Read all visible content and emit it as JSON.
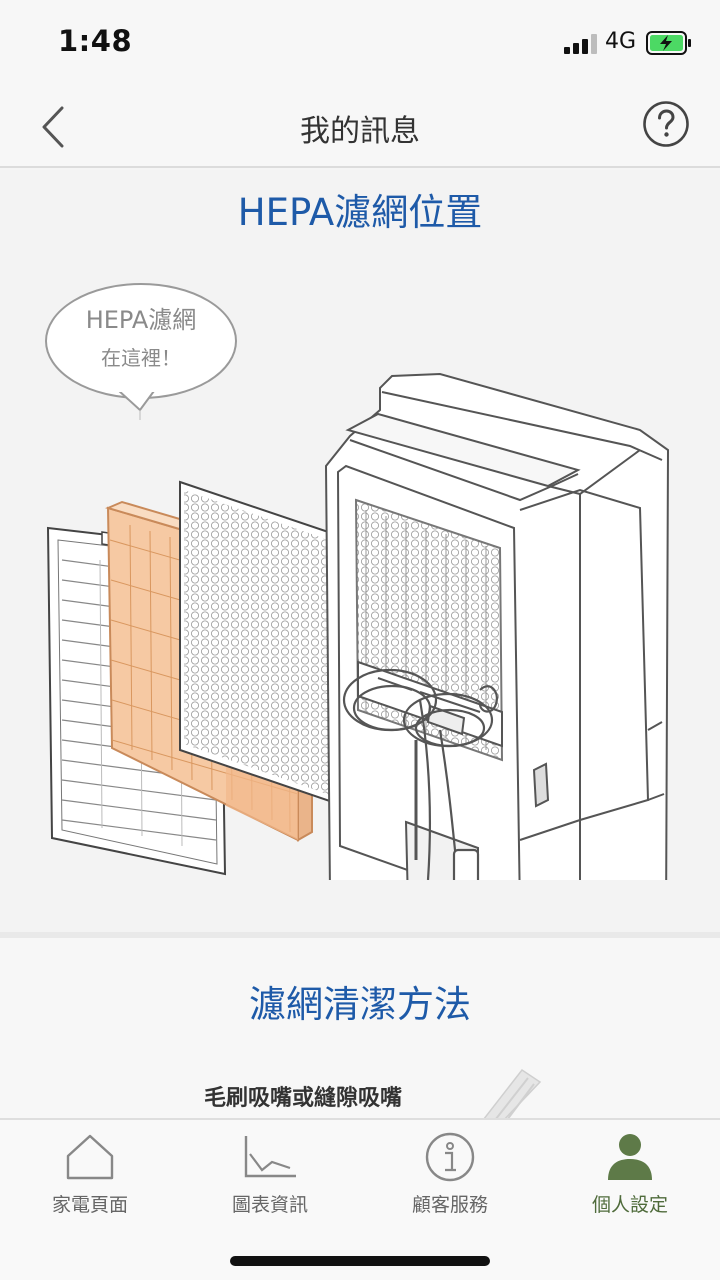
{
  "status_bar": {
    "time": "1:48",
    "network": "4G"
  },
  "nav": {
    "title": "我的訊息",
    "back_icon": "chevron-left-icon",
    "help_icon": "question-circle-icon"
  },
  "section1": {
    "title": "HEPA濾網位置",
    "bubble_line1": "HEPA濾網",
    "bubble_line2": "在這裡！",
    "highlight_color": "#f6c9a3"
  },
  "section2": {
    "title": "濾網清潔方法",
    "subtitle": "毛刷吸嘴或縫隙吸嘴"
  },
  "tabs": [
    {
      "label": "家電頁面",
      "icon": "home-icon",
      "active": false
    },
    {
      "label": "圖表資訊",
      "icon": "chart-icon",
      "active": false
    },
    {
      "label": "顧客服務",
      "icon": "info-icon",
      "active": false
    },
    {
      "label": "個人設定",
      "icon": "person-icon",
      "active": true
    }
  ],
  "colors": {
    "accent_blue": "#1e5aa8",
    "active_tab": "#4f6b3b",
    "battery_green": "#4cd964"
  }
}
